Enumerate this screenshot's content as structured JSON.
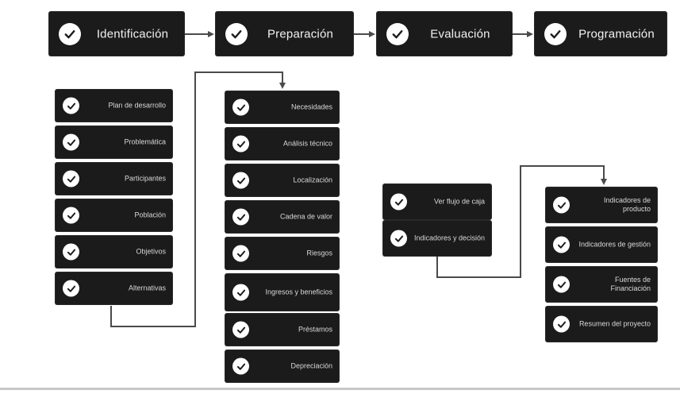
{
  "stages": [
    {
      "label": "Identificación",
      "icon": "check-circle-icon"
    },
    {
      "label": "Preparación",
      "icon": "check-circle-icon"
    },
    {
      "label": "Evaluación",
      "icon": "check-circle-icon"
    },
    {
      "label": "Programación",
      "icon": "check-circle-icon"
    }
  ],
  "identificacion_items": [
    "Plan de desarrollo",
    "Problemática",
    "Participantes",
    "Población",
    "Objetivos",
    "Alternativas"
  ],
  "preparacion_items": [
    "Necesidades",
    "Análisis técnico",
    "Localización",
    "Cadena de valor",
    "Riesgos",
    "Ingresos y beneficios",
    "Préstamos",
    "Depreciación"
  ],
  "evaluacion_items": [
    "Ver flujo de caja",
    "Indicadores y decisión"
  ],
  "programacion_items": [
    "Indicadores de producto",
    "Indicadores de gestión",
    "Fuentes de Financiación",
    "Resumen del proyecto"
  ],
  "colors": {
    "box": "#1b1b1b",
    "text": "#f2f2f2",
    "connector": "#4a4a4a",
    "check_bg": "#ffffff"
  }
}
